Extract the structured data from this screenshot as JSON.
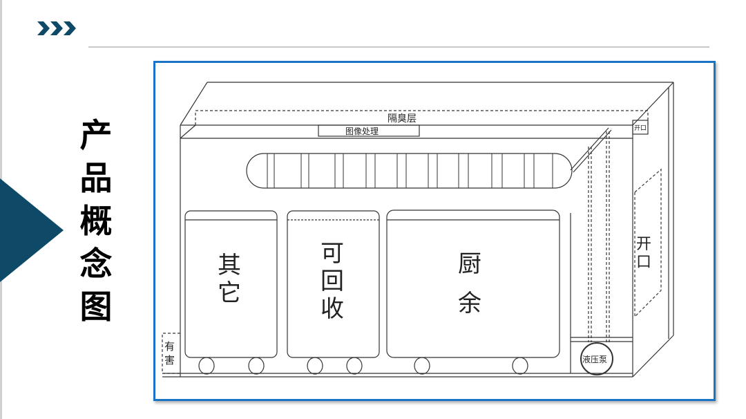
{
  "slide": {
    "title": "产品概念图",
    "accent_color": "#0e4a68",
    "frame_color": "#1a74c6",
    "header_icon": "triple-chevron-right-icon"
  },
  "diagram": {
    "deodor_layer": "隔臭层",
    "image_processing": "图像处理",
    "top_opening": "开口",
    "side_opening": [
      "开",
      "口"
    ],
    "bins": {
      "other": [
        "其",
        "它"
      ],
      "recyclable": [
        "可",
        "回",
        "收"
      ],
      "kitchen": [
        "厨",
        "余"
      ]
    },
    "hazardous": [
      "有",
      "害"
    ],
    "hydraulic_pump": "液压泵"
  }
}
